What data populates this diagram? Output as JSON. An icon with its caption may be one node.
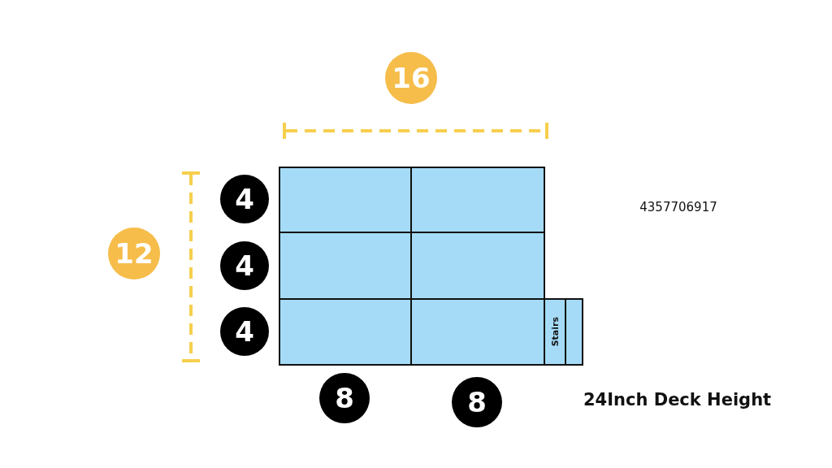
{
  "diagram": {
    "nodes": [
      {
        "text": [
          "16"
        ]
      },
      {
        "text": [
          "12"
        ]
      },
      {
        "text": [
          "4"
        ]
      },
      {
        "text": [
          "4"
        ]
      },
      {
        "text": [
          "4"
        ]
      },
      {
        "text": [],
        "shape": "box"
      },
      {
        "text": [],
        "shape": "box"
      },
      {
        "text": [],
        "shape": "box"
      },
      {
        "text": [],
        "shape": "box"
      },
      {
        "text": [],
        "shape": "box"
      },
      {
        "text": [],
        "shape": "box"
      },
      {
        "text": [
          "Stairs"
        ]
      },
      {
        "text": [],
        "shape": "box"
      },
      {
        "text": [
          "8"
        ]
      },
      {
        "text": [
          "8"
        ]
      }
    ],
    "labels": [
      "4357706917",
      "24Inch Deck Height"
    ]
  }
}
